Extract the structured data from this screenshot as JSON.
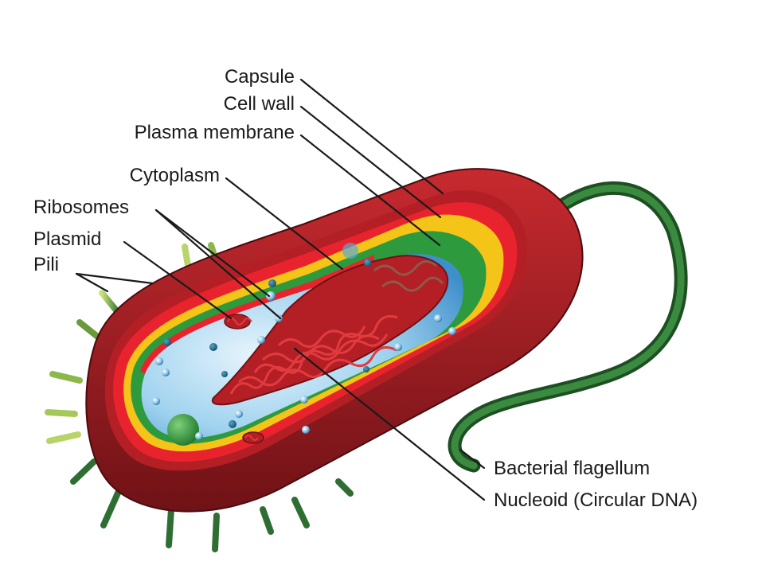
{
  "diagram": {
    "colors": {
      "capsule": "#c0262c",
      "capsule_dark": "#7a1418",
      "cell_wall": "#e8232e",
      "plasma_membrane": "#f5c419",
      "membrane_green": "#2e9a3e",
      "cytoplasm": "#7fc3e8",
      "nucleoid": "#b31f25",
      "pili": "#2f6e33",
      "flagellum": "#2f6e33"
    },
    "labels": {
      "capsule": "Capsule",
      "cell_wall": "Cell wall",
      "plasma_membrane": "Plasma membrane",
      "cytoplasm": "Cytoplasm",
      "ribosomes": "Ribosomes",
      "plasmid": "Plasmid",
      "pili": "Pili",
      "flagellum": "Bacterial flagellum",
      "nucleoid": "Nucleoid (Circular DNA)"
    }
  }
}
